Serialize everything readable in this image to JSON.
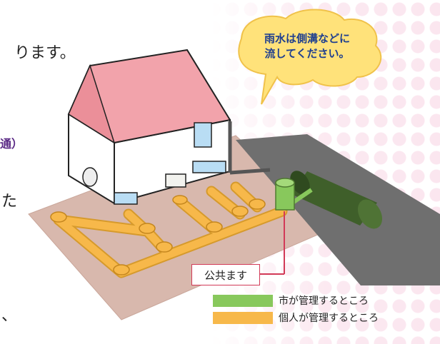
{
  "text_fragments": [
    "ります。",
    "通）",
    "た",
    "、"
  ],
  "speech_bubble": {
    "line1": "雨水は側溝などに",
    "line2": "流してください。",
    "fill_color": "#ffe27a"
  },
  "callout": {
    "label": "公共ます",
    "border_color": "#d23a57"
  },
  "legend": [
    {
      "label": "市が管理するところ",
      "color": "#88c85c"
    },
    {
      "label": "個人が管理するところ",
      "color": "#f7b84a"
    }
  ],
  "colors": {
    "roof": "#f2a3ab",
    "ground": "#d8b8ad",
    "road": "#6f6f6f",
    "sewer_main": "#3f5f2a",
    "private_pipe": "#f7b84a",
    "public_pipe": "#88c85c"
  }
}
